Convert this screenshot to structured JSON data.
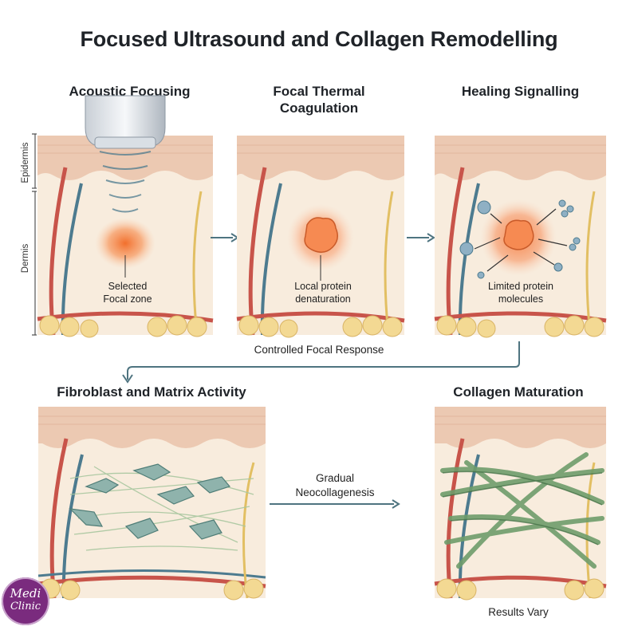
{
  "title": "Focused Ultrasound and Collagen Remodelling",
  "panels": {
    "p1": {
      "title": "Acoustic Focusing",
      "label_line1": "Selected",
      "label_line2": "Focal zone"
    },
    "p2": {
      "title_line1": "Focal Thermal",
      "title_line2": "Coagulation",
      "label_line1": "Local protein",
      "label_line2": "denaturation"
    },
    "p3": {
      "title": "Healing Signalling",
      "label_line1": "Limited protein",
      "label_line2": "molecules"
    },
    "p4": {
      "title": "Fibroblast and Matrix Activity"
    },
    "p5": {
      "title": "Collagen Maturation"
    }
  },
  "layers": {
    "epidermis": "Epidermis",
    "dermis": "Dermis"
  },
  "connector_label": "Controlled Focal Response",
  "arrow_label_line1": "Gradual",
  "arrow_label_line2": "Neocollagenesis",
  "footer_note": "Results Vary",
  "logo": {
    "line1": "Medi",
    "line2": "Clinic"
  },
  "colors": {
    "epidermis": "#ecc9b2",
    "dermis": "#f8ecdd",
    "artery": "#c8544a",
    "vein": "#4d7b8f",
    "nerve": "#e2bf63",
    "fat": "#f3d993",
    "focal": "#f58a4a",
    "collagen": "#6f9d6b",
    "arrow": "#4e7480"
  }
}
